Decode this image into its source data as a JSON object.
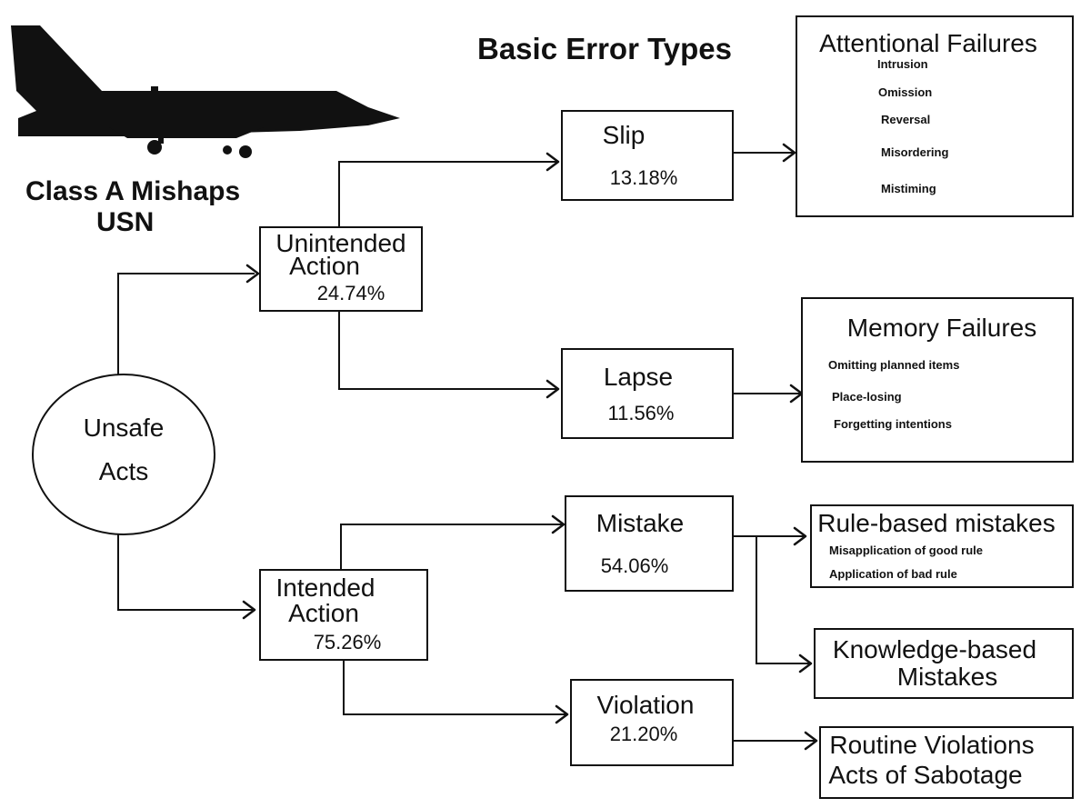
{
  "header": {
    "title": "Basic Error Types",
    "subtitle_line1": "Class A Mishaps",
    "subtitle_line2": "USN"
  },
  "root": {
    "line1": "Unsafe",
    "line2": "Acts"
  },
  "unintended": {
    "line1": "Unintended",
    "line2": "Action",
    "pct": "24.74%"
  },
  "intended": {
    "line1": "Intended",
    "line2": "Action",
    "pct": "75.26%"
  },
  "slip": {
    "label": "Slip",
    "pct": "13.18%"
  },
  "lapse": {
    "label": "Lapse",
    "pct": "11.56%"
  },
  "mistake": {
    "label": "Mistake",
    "pct": "54.06%"
  },
  "violation": {
    "label": "Violation",
    "pct": "21.20%"
  },
  "attentional": {
    "title": "Attentional Failures",
    "items": [
      "Intrusion",
      "Omission",
      "Reversal",
      "Misordering",
      "Mistiming"
    ]
  },
  "memory": {
    "title": "Memory Failures",
    "items": [
      "Omitting planned items",
      "Place-losing",
      "Forgetting intentions"
    ]
  },
  "rule_based": {
    "title": "Rule-based mistakes",
    "items": [
      "Misapplication of good rule",
      "Application of bad rule"
    ]
  },
  "knowledge_based": {
    "line1": "Knowledge-based",
    "line2": "Mistakes"
  },
  "routine": {
    "line1": "Routine Violations",
    "line2": "Acts of Sabotage"
  },
  "colors": {
    "ink": "#111111",
    "background": "#ffffff"
  },
  "icons": {
    "aircraft": "fighter-jet-silhouette-icon"
  }
}
